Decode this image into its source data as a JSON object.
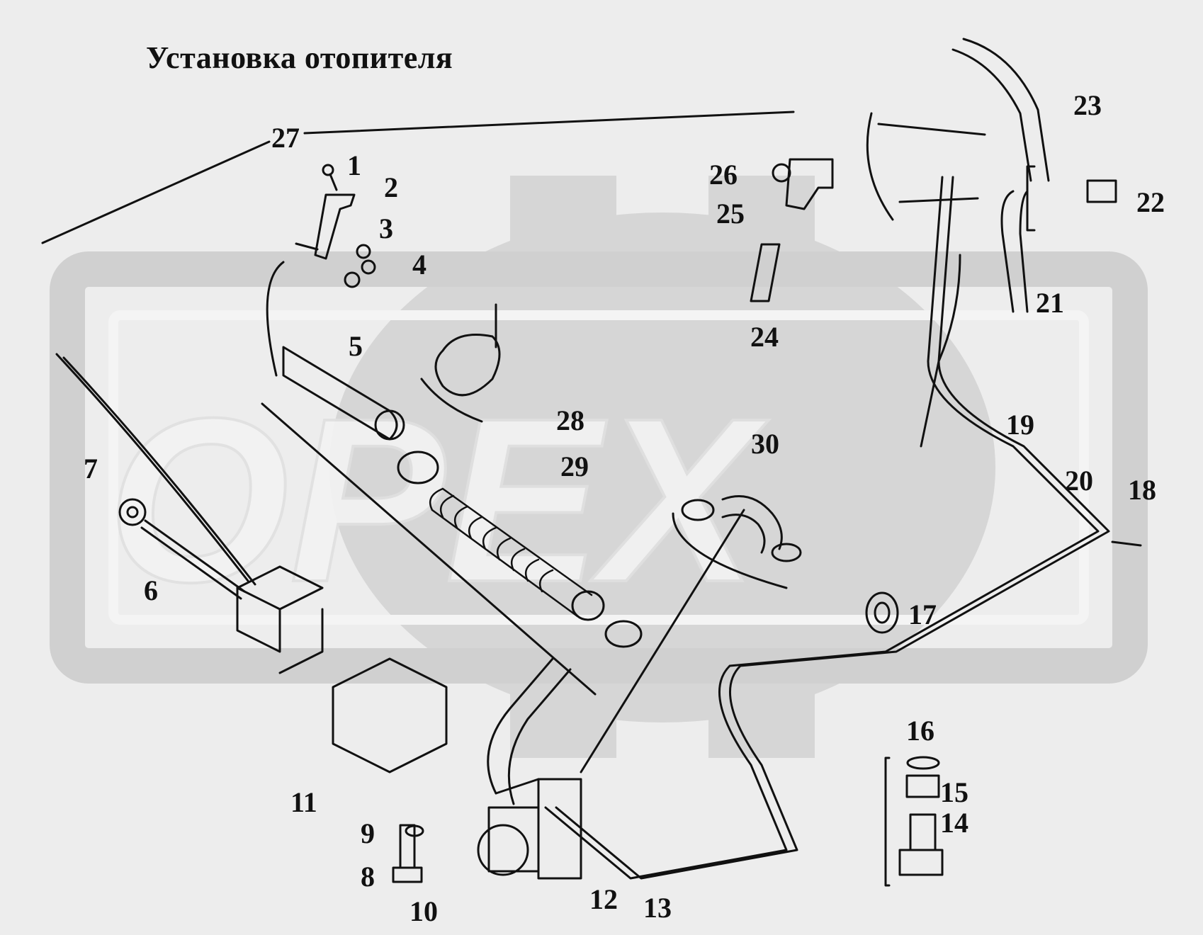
{
  "diagram": {
    "title": "Установка отопителя",
    "watermark": "OPEX",
    "background_color": "#ededed",
    "watermark_color": "#d6d6d6",
    "callouts": [
      "1",
      "2",
      "3",
      "4",
      "5",
      "6",
      "7",
      "8",
      "9",
      "10",
      "11",
      "12",
      "13",
      "14",
      "15",
      "16",
      "17",
      "18",
      "19",
      "20",
      "21",
      "22",
      "23",
      "24",
      "25",
      "26",
      "27",
      "28",
      "29",
      "30"
    ]
  }
}
